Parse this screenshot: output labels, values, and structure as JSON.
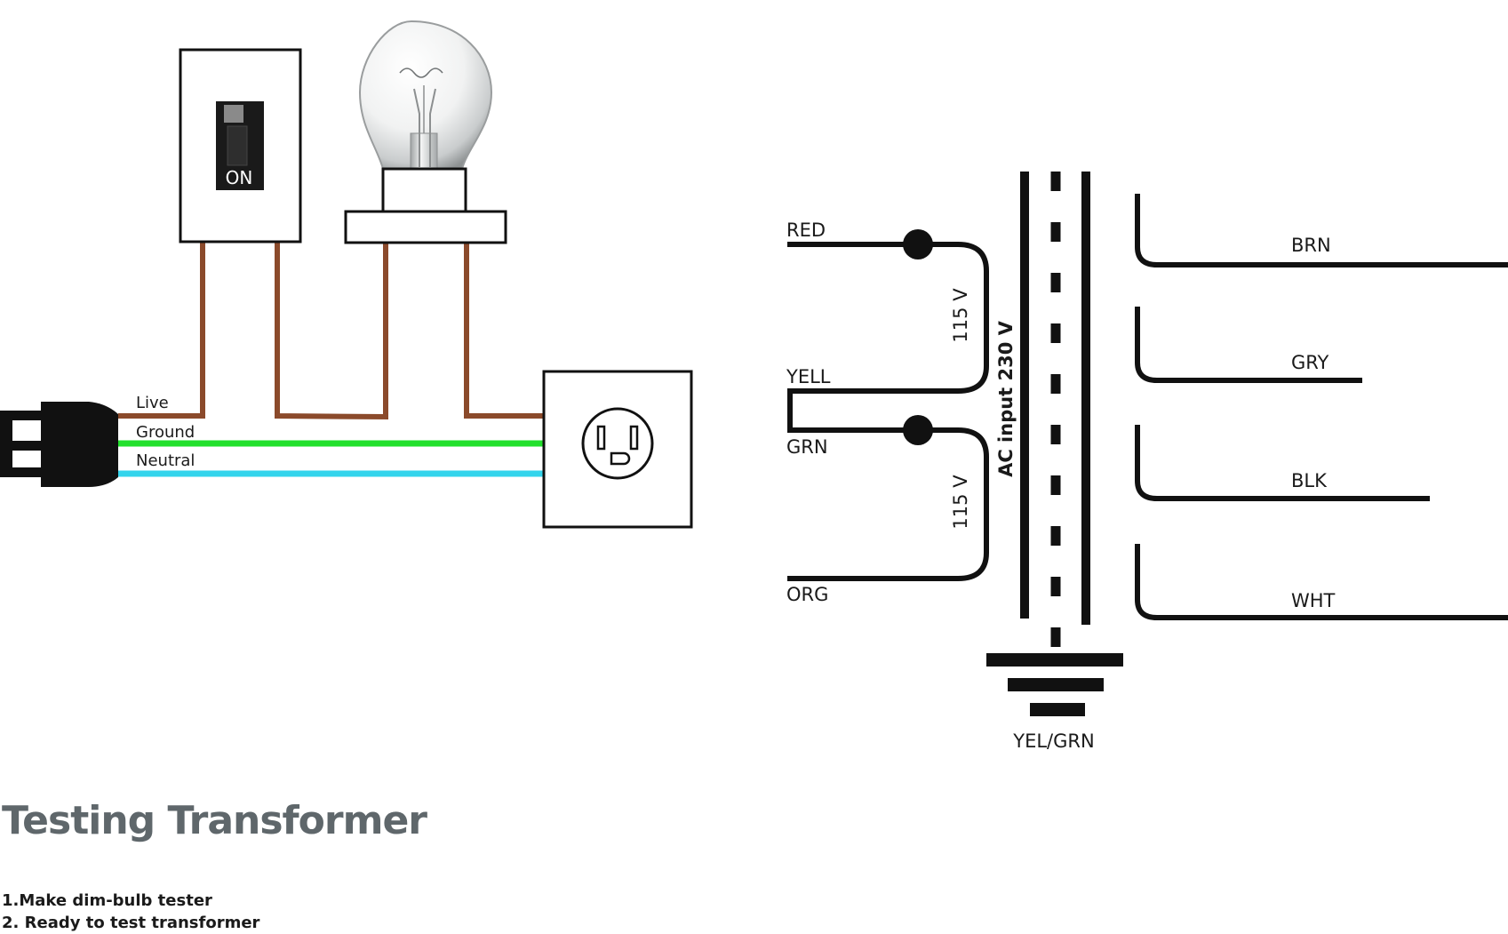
{
  "dimmer": {
    "switch_label": "ON",
    "wires": {
      "live": "Live",
      "ground": "Ground",
      "neutral": "Neutral"
    }
  },
  "transformer": {
    "primary": {
      "leads": [
        "RED",
        "YELL",
        "GRN",
        "ORG"
      ],
      "winding_voltage": "115 V",
      "input_label": "AC input 230 V"
    },
    "secondary": {
      "leads": [
        "BRN",
        "GRY",
        "BLK",
        "WHT"
      ]
    },
    "ground_label": "YEL/GRN"
  },
  "footer": {
    "title": "Testing Transformer",
    "steps": [
      "1.Make dim-bulb tester",
      "2. Ready to test transformer"
    ]
  },
  "colors": {
    "live_wire": "#8b4a2b",
    "ground_wire": "#22e02c",
    "neutral_wire": "#33d4ec",
    "title_text": "#5f676b",
    "schematic": "#111111"
  }
}
